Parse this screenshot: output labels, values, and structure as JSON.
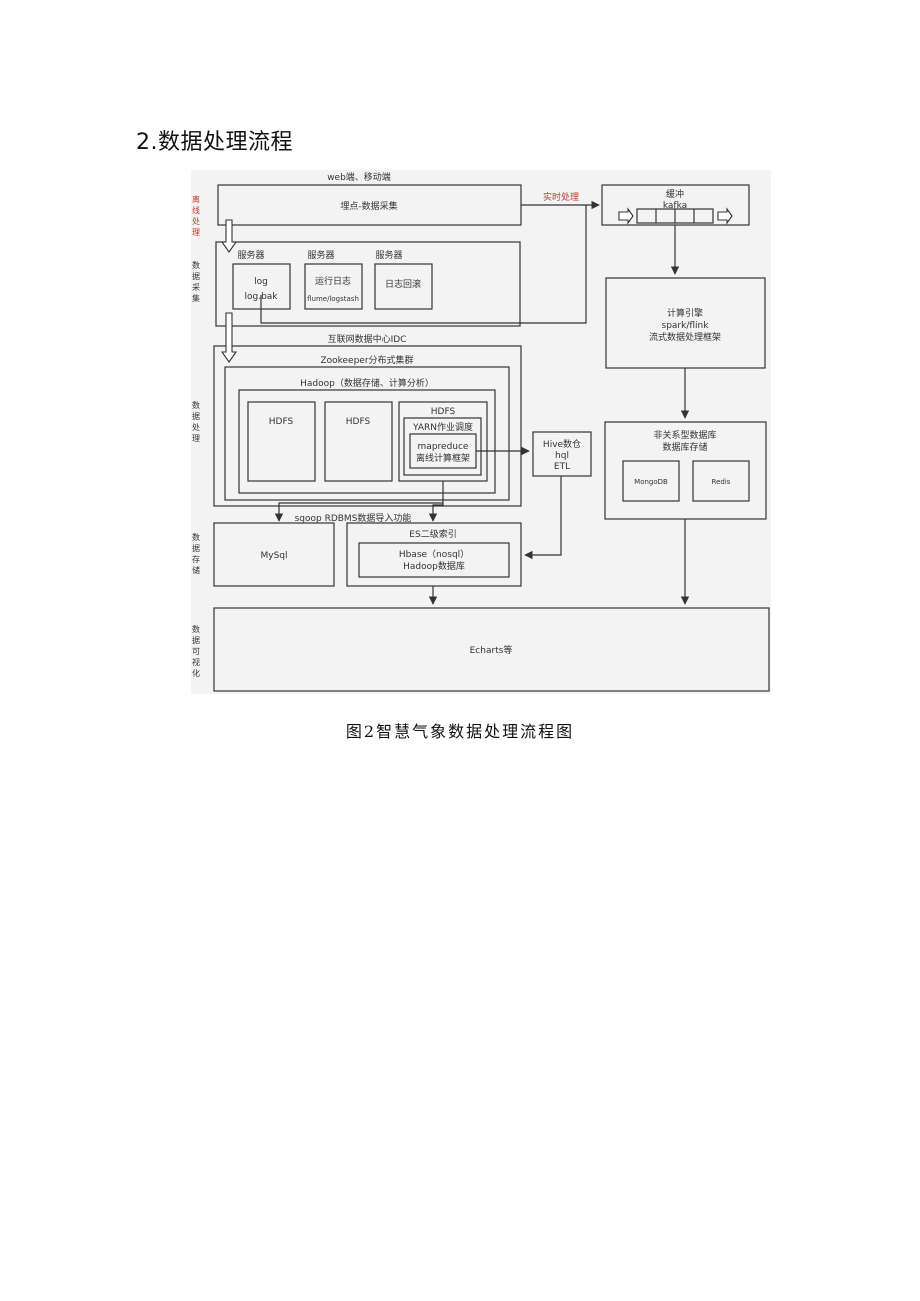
{
  "heading": "2.数据处理流程",
  "caption": "图2智慧气象数据处理流程图",
  "diagram": {
    "top_label": "web端、移动端",
    "collect_box": "埋点-数据采集",
    "realtime_label": "实时处理",
    "offline_label": "离线处理",
    "buffer_title": "缓冲",
    "buffer_sub": "kafka",
    "compute_line1": "计算引擎",
    "compute_line2": "spark/flink",
    "compute_line3": "流式数据处理框架",
    "server_label": "服务器",
    "log_line1": "log",
    "log_line2": "log.bak",
    "runlog_line1": "运行日志",
    "runlog_line2": "flume/logstash",
    "logback": "日志回滚",
    "idc": "互联网数据中心IDC",
    "zookeeper": "Zookeeper分布式集群",
    "hadoop": "Hadoop（数据存储、计算分析）",
    "hdfs": "HDFS",
    "yarn": "YARN作业调度",
    "mapreduce_line1": "mapreduce",
    "mapreduce_line2": "离线计算框架",
    "hive_line1": "Hive数仓",
    "hive_line2": "hql",
    "hive_line3": "ETL",
    "nosql_line1": "非关系型数据库",
    "nosql_line2": "数据库存储",
    "mongodb": "MongoDB",
    "redis": "Redis",
    "sqoop": "sqoop RDBMS数据导入功能",
    "mysql": "MySql",
    "es": "ES二级索引",
    "hbase_line1": "Hbase（nosql）",
    "hbase_line2": "Hadoop数据库",
    "echarts": "Echarts等",
    "side_labels": [
      "数据采集",
      "数据处理",
      "数据存储",
      "数据可视化"
    ],
    "accent_color": "#c0392b"
  }
}
